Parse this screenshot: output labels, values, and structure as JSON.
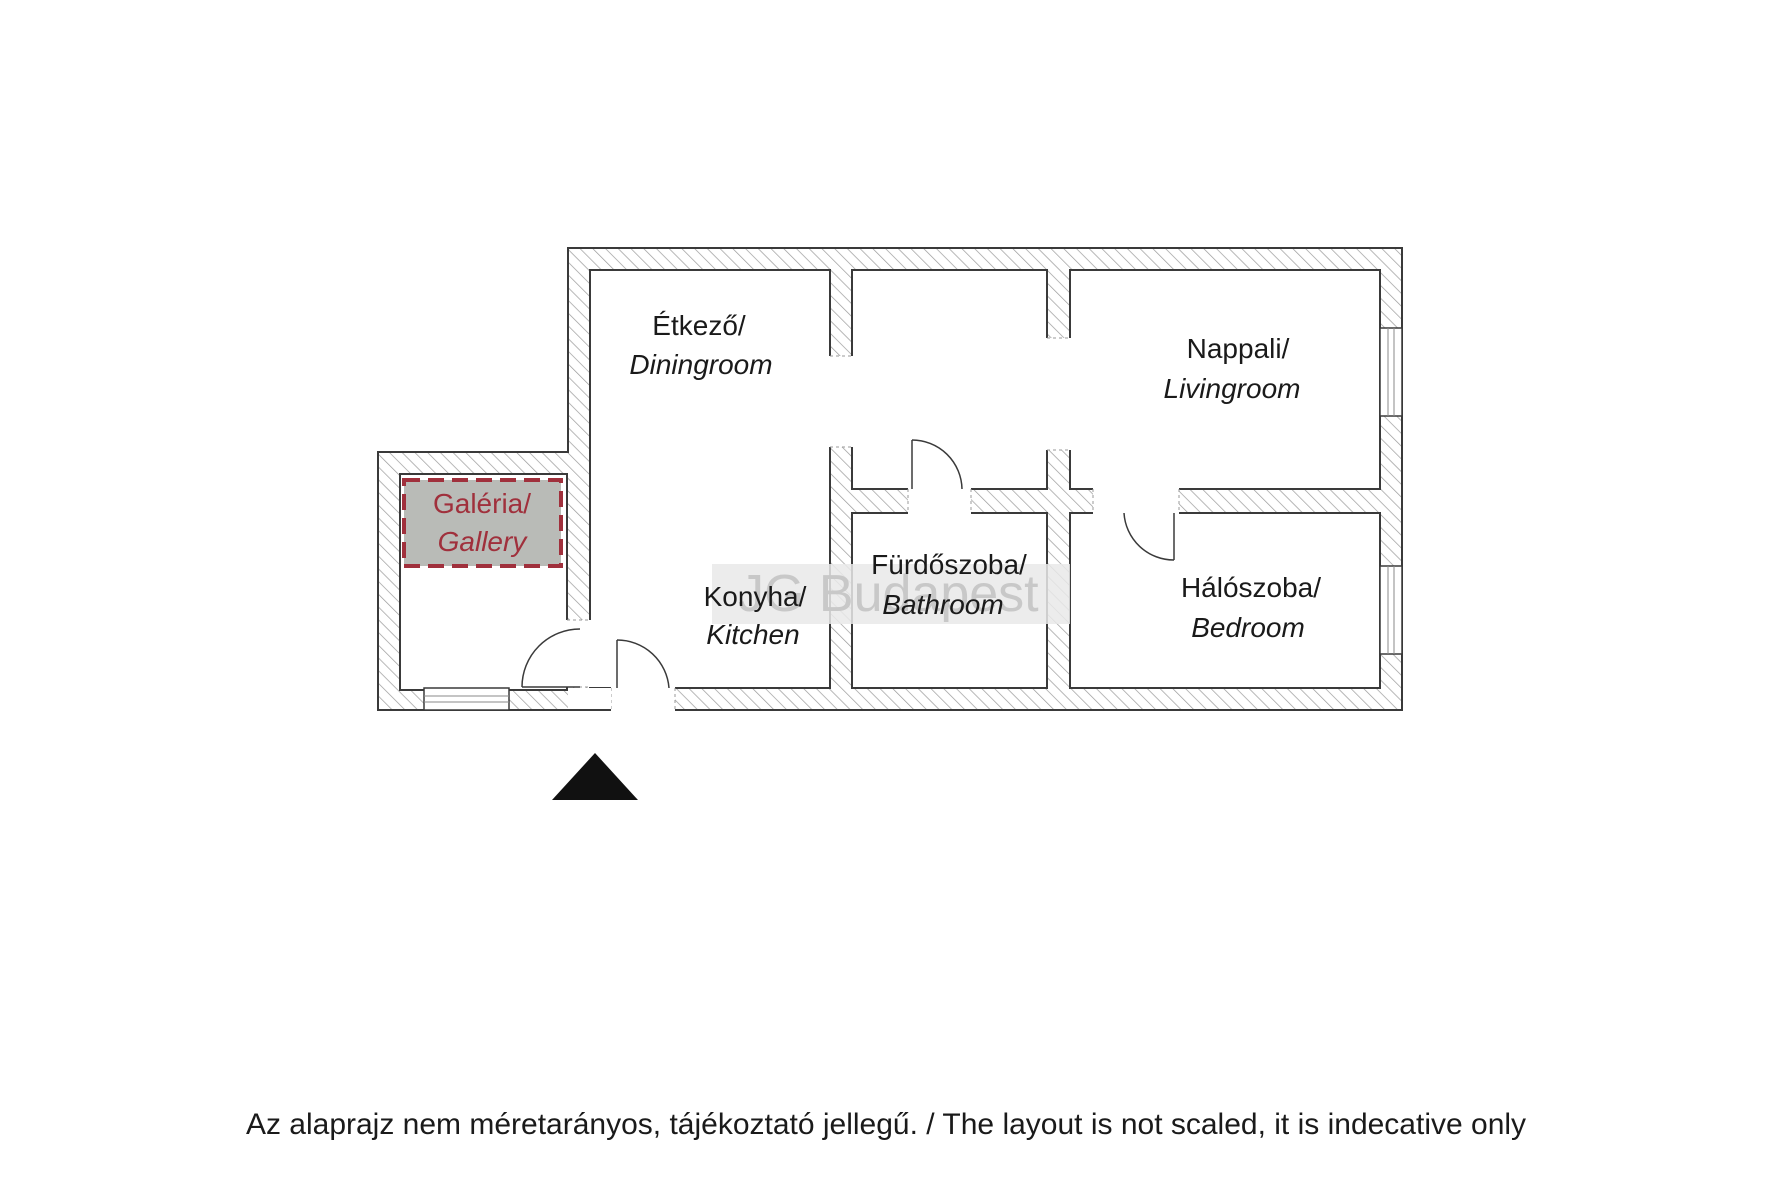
{
  "rooms": {
    "dining": {
      "hu": "Étkező/",
      "en": "Diningroom"
    },
    "living": {
      "hu": "Nappali/",
      "en": "Livingroom"
    },
    "gallery": {
      "hu": "Galéria/",
      "en": "Gallery"
    },
    "kitchen": {
      "hu": "Konyha/",
      "en": "Kitchen"
    },
    "bathroom": {
      "hu": "Fürdőszoba/",
      "en": "Bathroom"
    },
    "bedroom": {
      "hu": "Hálószoba/",
      "en": "Bedroom"
    }
  },
  "watermark": "JG Budapest",
  "footer_note": "Az alaprajz nem méretarányos, tájékoztató jellegű. / The layout is not scaled, it is indecative only",
  "entrance_marker": "entrance-arrow",
  "colors": {
    "wall_outline": "#3a3a3a",
    "wall_hatch": "#9a9a9a",
    "gallery_outline": "#a0303c",
    "gallery_fill": "#b9bbb7",
    "watermark_box": "#e9e9e9",
    "text": "#1a1a1a"
  }
}
